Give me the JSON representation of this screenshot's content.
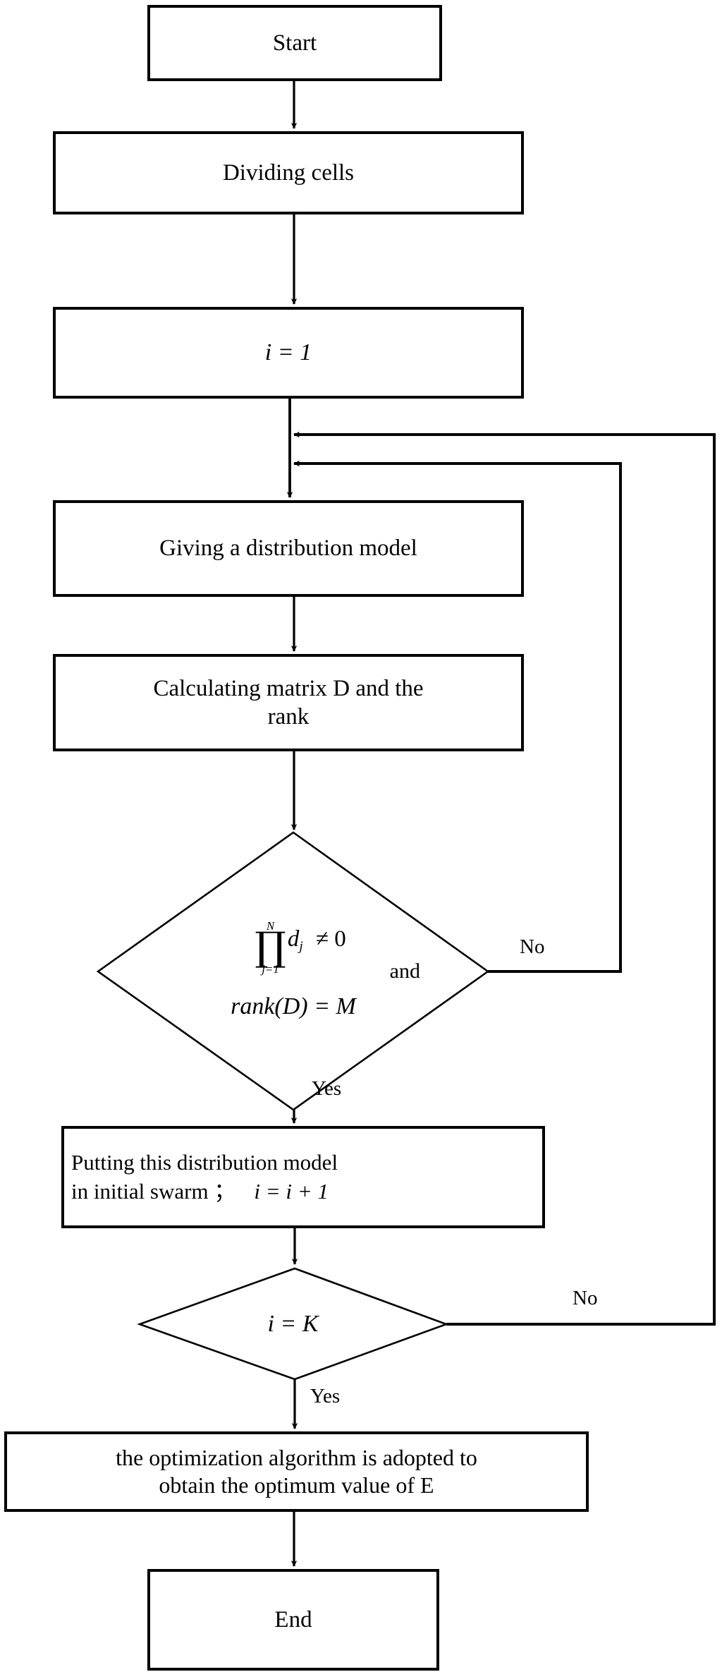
{
  "diagram": {
    "title": "Initial swarm generation and optimization flowchart",
    "background_color": "#ffffff",
    "stroke_color": "#000000",
    "nodes": [
      {
        "id": "start",
        "shape": "rectangle",
        "label": "Start"
      },
      {
        "id": "divide",
        "shape": "rectangle",
        "label": "Dividing cells"
      },
      {
        "id": "init",
        "shape": "rectangle",
        "label_math": "i = 1"
      },
      {
        "id": "give",
        "shape": "rectangle",
        "label": "Giving a distribution model"
      },
      {
        "id": "calc",
        "shape": "rectangle",
        "label": "Calculating matrix D and the\nrank"
      },
      {
        "id": "cond1",
        "shape": "diamond",
        "formula": {
          "operator": "∏",
          "upper_limit": "N",
          "lower_limit": "j=1",
          "operand": "d",
          "operand_sub": "j",
          "relation": "≠ 0",
          "conjunction": "and",
          "second_line": "rank(D) = M"
        }
      },
      {
        "id": "putting",
        "shape": "rectangle",
        "label_part1": "Putting  this distribution model",
        "label_part2": "in initial swarm ；",
        "label_math": "i = i + 1"
      },
      {
        "id": "cond2",
        "shape": "diamond",
        "label_math": "i = K"
      },
      {
        "id": "optimize",
        "shape": "rectangle",
        "label": "the optimization algorithm is adopted to\nobtain the optimum value of E"
      },
      {
        "id": "end",
        "shape": "rectangle",
        "label": "End"
      }
    ],
    "edge_labels": {
      "cond1_no": "No",
      "cond1_yes": "Yes",
      "cond2_no": "No",
      "cond2_yes": "Yes"
    },
    "edges": [
      {
        "from": "start",
        "to": "divide",
        "label": ""
      },
      {
        "from": "divide",
        "to": "init",
        "label": ""
      },
      {
        "from": "init",
        "to": "give",
        "label": ""
      },
      {
        "from": "give",
        "to": "calc",
        "label": ""
      },
      {
        "from": "calc",
        "to": "cond1",
        "label": ""
      },
      {
        "from": "cond1",
        "to": "putting",
        "label": "Yes"
      },
      {
        "from": "cond1",
        "to": "give",
        "label": "No"
      },
      {
        "from": "putting",
        "to": "cond2",
        "label": ""
      },
      {
        "from": "cond2",
        "to": "optimize",
        "label": "Yes"
      },
      {
        "from": "cond2",
        "to": "give",
        "label": "No"
      },
      {
        "from": "optimize",
        "to": "end",
        "label": ""
      }
    ]
  }
}
